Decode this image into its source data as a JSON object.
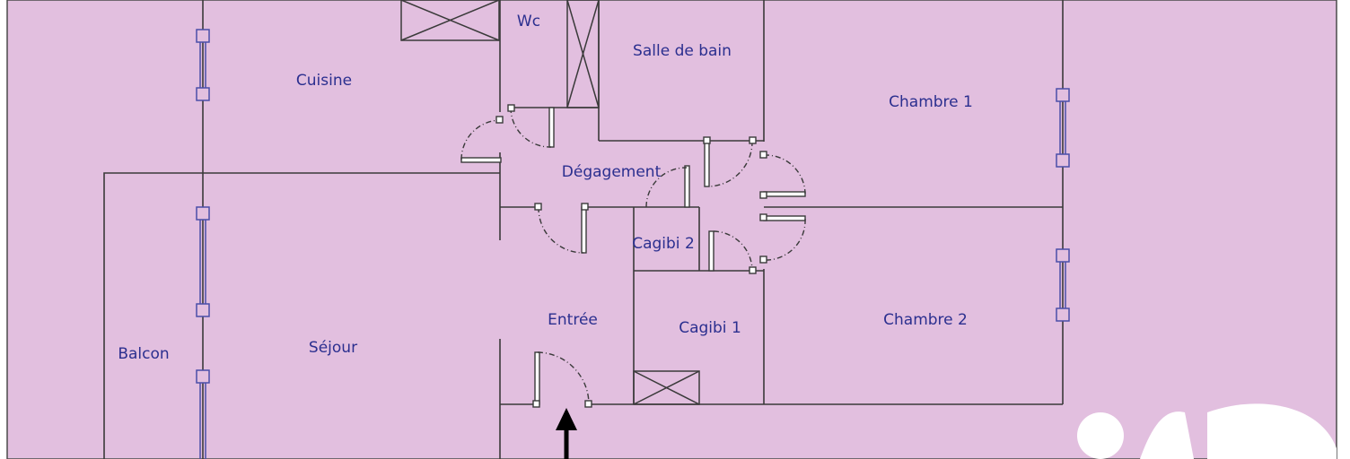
{
  "colors": {
    "background": "#ffffff",
    "plan_fill": "#e2bfdf",
    "wall": "#3a3a3a",
    "window": "#4b4fa8",
    "label": "#2b2f8f",
    "watermark": "#ffffff"
  },
  "rooms": {
    "wc": "Wc",
    "salle_de_bain": "Salle de bain",
    "cuisine": "Cuisine",
    "chambre_1": "Chambre 1",
    "degagement": "Dégagement",
    "cagibi_2": "Cagibi 2",
    "entree": "Entrée",
    "cagibi_1": "Cagibi 1",
    "chambre_2": "Chambre 2",
    "balcon": "Balcon",
    "sejour": "Séjour"
  },
  "icons": {
    "entry_arrow": "up-arrow-icon",
    "watermark": "iad-logo"
  }
}
